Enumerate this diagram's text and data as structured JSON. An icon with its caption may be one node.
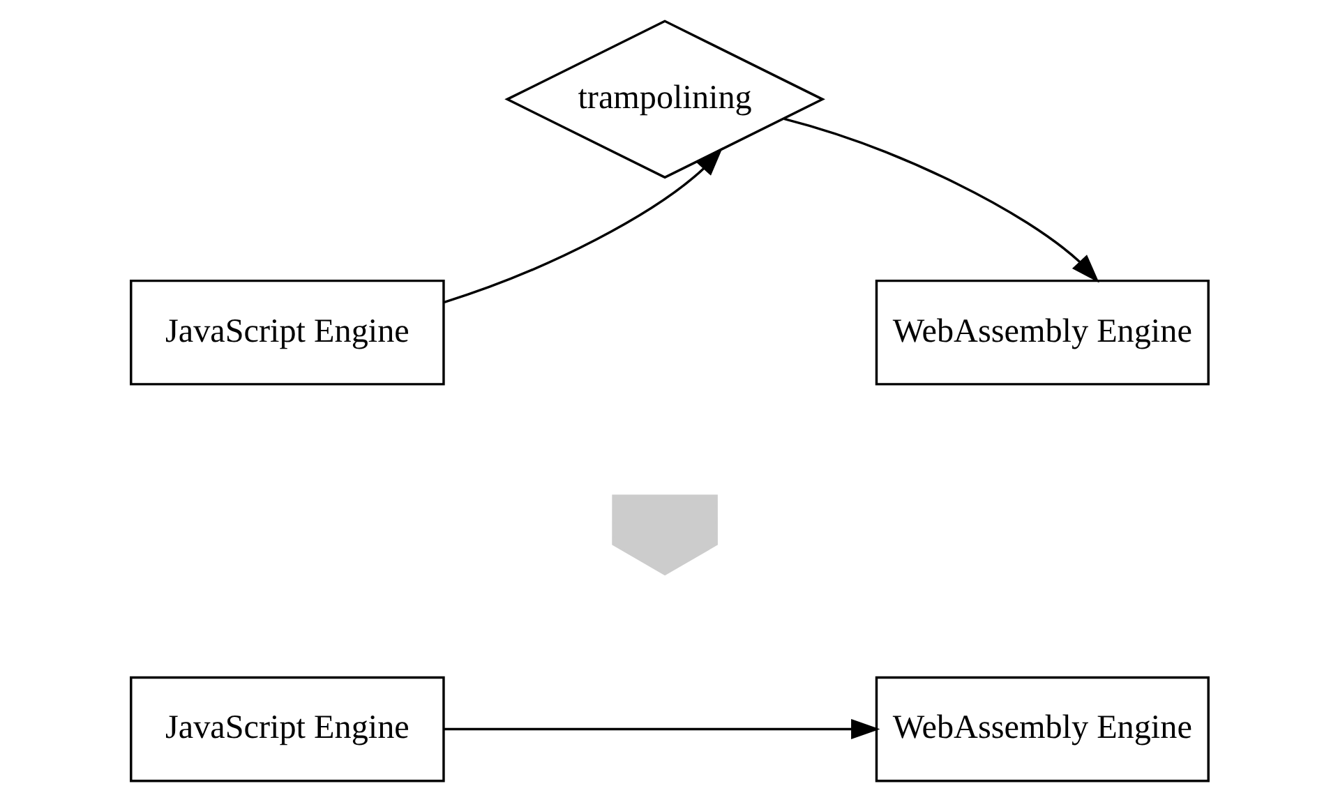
{
  "diagram": {
    "nodes": [
      {
        "text": [
          "JavaScript Engine"
        ]
      },
      {
        "text": [
          "trampolining"
        ]
      },
      {
        "text": [
          "WebAssembly Engine"
        ]
      },
      {
        "text": [],
        "shape": "arrow"
      },
      {
        "text": [
          "JavaScript Engine"
        ]
      },
      {
        "text": [
          "WebAssembly Engine"
        ]
      }
    ],
    "edges": [
      {
        "from": 0,
        "to": 1,
        "arrow": "to"
      },
      {
        "from": 1,
        "to": 2,
        "arrow": "to"
      },
      {
        "from": 4,
        "to": 5,
        "arrow": "to"
      }
    ]
  }
}
